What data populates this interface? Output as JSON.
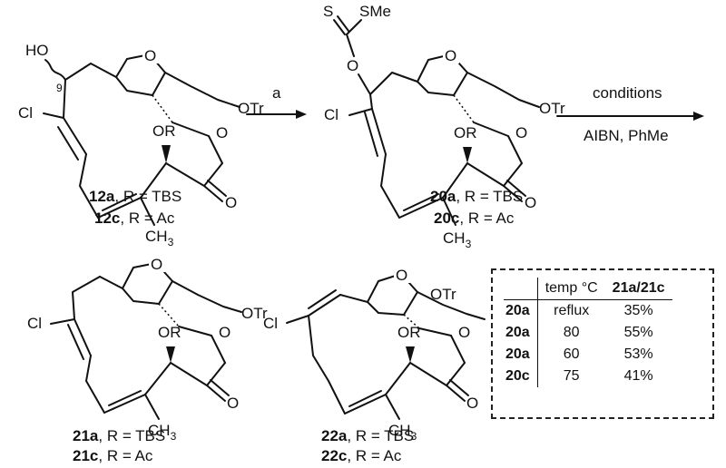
{
  "labels": {
    "cl": "Cl",
    "ho": "HO",
    "o": "O",
    "otr": "OTr",
    "or": "OR",
    "ch": "CH",
    "three": "3",
    "nine": "9",
    "s": "S",
    "sme": "SMe",
    "ring_o": "O"
  },
  "compounds": {
    "c12": {
      "a": "12a",
      "a_r": ", R = TBS",
      "c": "12c",
      "c_r": ", R = Ac"
    },
    "c20": {
      "a": "20a",
      "a_r": ", R = TBS",
      "c": "20c",
      "c_r": ", R = Ac"
    },
    "c21": {
      "a": "21a",
      "a_r": ", R = TBS",
      "c": "21c",
      "c_r": ", R = Ac"
    },
    "c22": {
      "a": "22a",
      "a_r": ", R = TBS",
      "c": "22c",
      "c_r": ", R = Ac"
    }
  },
  "arrows": {
    "a": "a",
    "conditions_top": "conditions",
    "conditions_bottom": "AIBN, PhMe"
  },
  "table": {
    "col_temp": "temp °C",
    "col_yield": "21a/21c",
    "rows": [
      {
        "compound": "20a",
        "temp": "reflux",
        "yield": "35%"
      },
      {
        "compound": "20a",
        "temp": "80",
        "yield": "55%"
      },
      {
        "compound": "20a",
        "temp": "60",
        "yield": "53%"
      },
      {
        "compound": "20c",
        "temp": "75",
        "yield": "41%"
      }
    ]
  }
}
